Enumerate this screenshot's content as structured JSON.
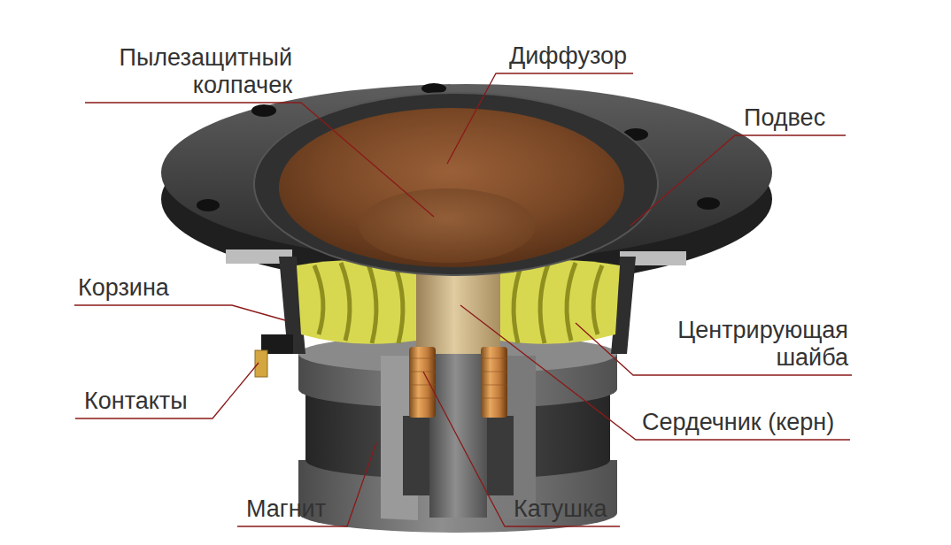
{
  "diagram": {
    "labels": [
      "Пылезащитный колпачек",
      "Диффузор",
      "Подвес",
      "Корзина",
      "Центрирующая шайба",
      "Контакты",
      "Сердечник (керн)",
      "Магнит",
      "Катушка"
    ]
  }
}
